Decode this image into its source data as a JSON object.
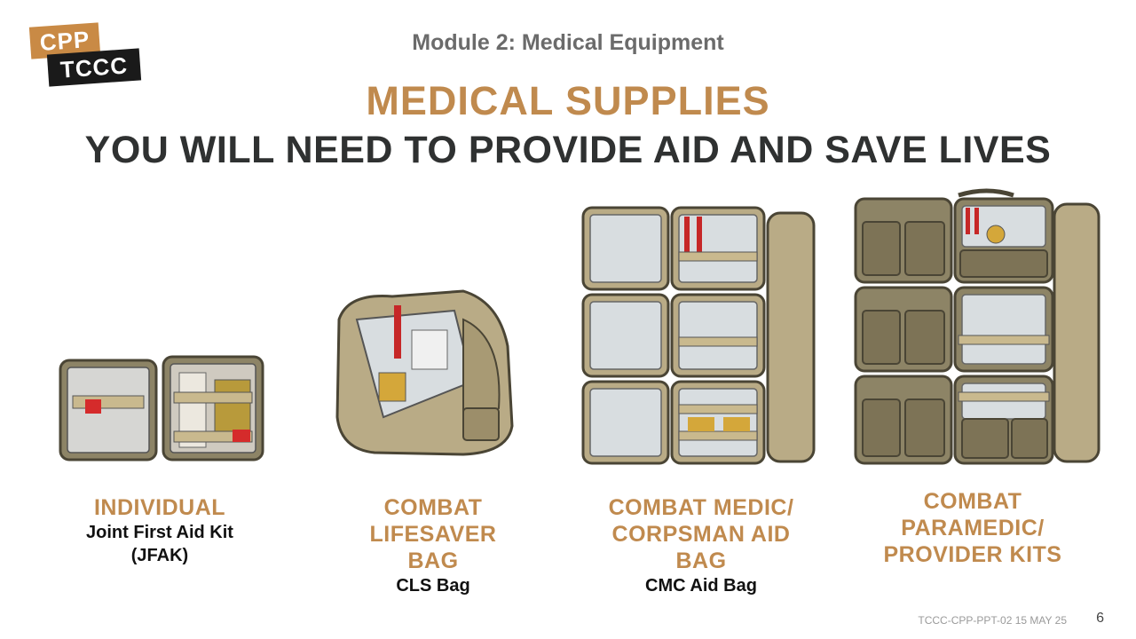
{
  "logo": {
    "line1": "CPP",
    "line2": "TCCC"
  },
  "header": {
    "module": "Module 2: Medical Equipment",
    "title_line1": "MEDICAL SUPPLIES",
    "title_line2": "YOU WILL NEED TO PROVIDE AID AND SAVE LIVES"
  },
  "kits": [
    {
      "head": "INDIVIDUAL",
      "sub": "Joint First Aid Kit (JFAK)"
    },
    {
      "head": "COMBAT LIFESAVER BAG",
      "sub": "CLS Bag"
    },
    {
      "head": "COMBAT MEDIC/ CORPSMAN AID BAG",
      "sub": "CMC Aid Bag"
    },
    {
      "head": "COMBAT PARAMEDIC/ PROVIDER KITS",
      "sub": ""
    }
  ],
  "footer": {
    "doc_code": "TCCC-CPP-PPT-02  15 MAY 25",
    "page": "6"
  },
  "colors": {
    "accent": "#c08a4e",
    "dark": "#2f3131",
    "bag": "#b9ab86",
    "bag_dark": "#7d7356"
  }
}
